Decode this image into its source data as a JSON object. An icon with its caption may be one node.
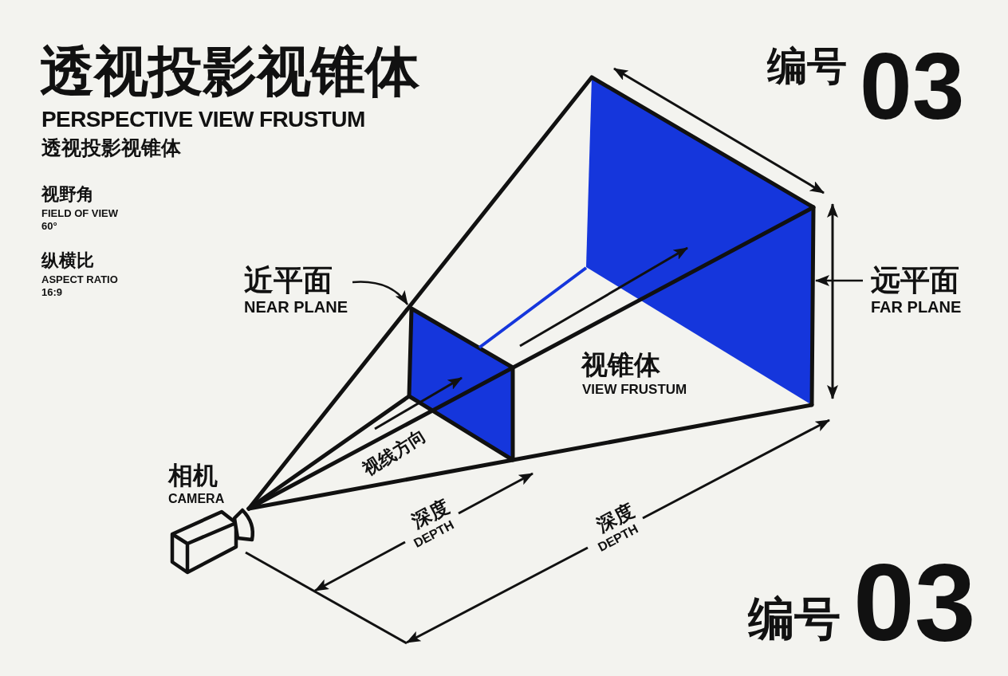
{
  "diagram": {
    "title": "透视投影视锥体",
    "nodes": [
      {
        "text": [
          "近平面",
          "NEAR PLANE"
        ]
      },
      {
        "text": [],
        "shape": "box"
      },
      {
        "text": [
          "远平面",
          "FAR PLANE"
        ]
      },
      {
        "text": [],
        "shape": "box"
      }
    ],
    "edges": [
      {
        "from": 0,
        "to": 1,
        "arrow": "to"
      },
      {
        "from": 2,
        "to": 3,
        "arrow": "to"
      }
    ],
    "labels": [
      "PERSPECTIVE VIEW FRUSTUM",
      "透视投影视锥体",
      "编号",
      "03",
      "视野角",
      "FIELD OF VIEW",
      "60°",
      "纵横比",
      "ASPECT RATIO",
      "16:9",
      "视锥体",
      "VIEW FRUSTUM",
      "视线方向",
      "相机",
      "CAMERA",
      "深度",
      "DEPTH",
      "深度",
      "DEPTH",
      "编号",
      "03"
    ]
  }
}
